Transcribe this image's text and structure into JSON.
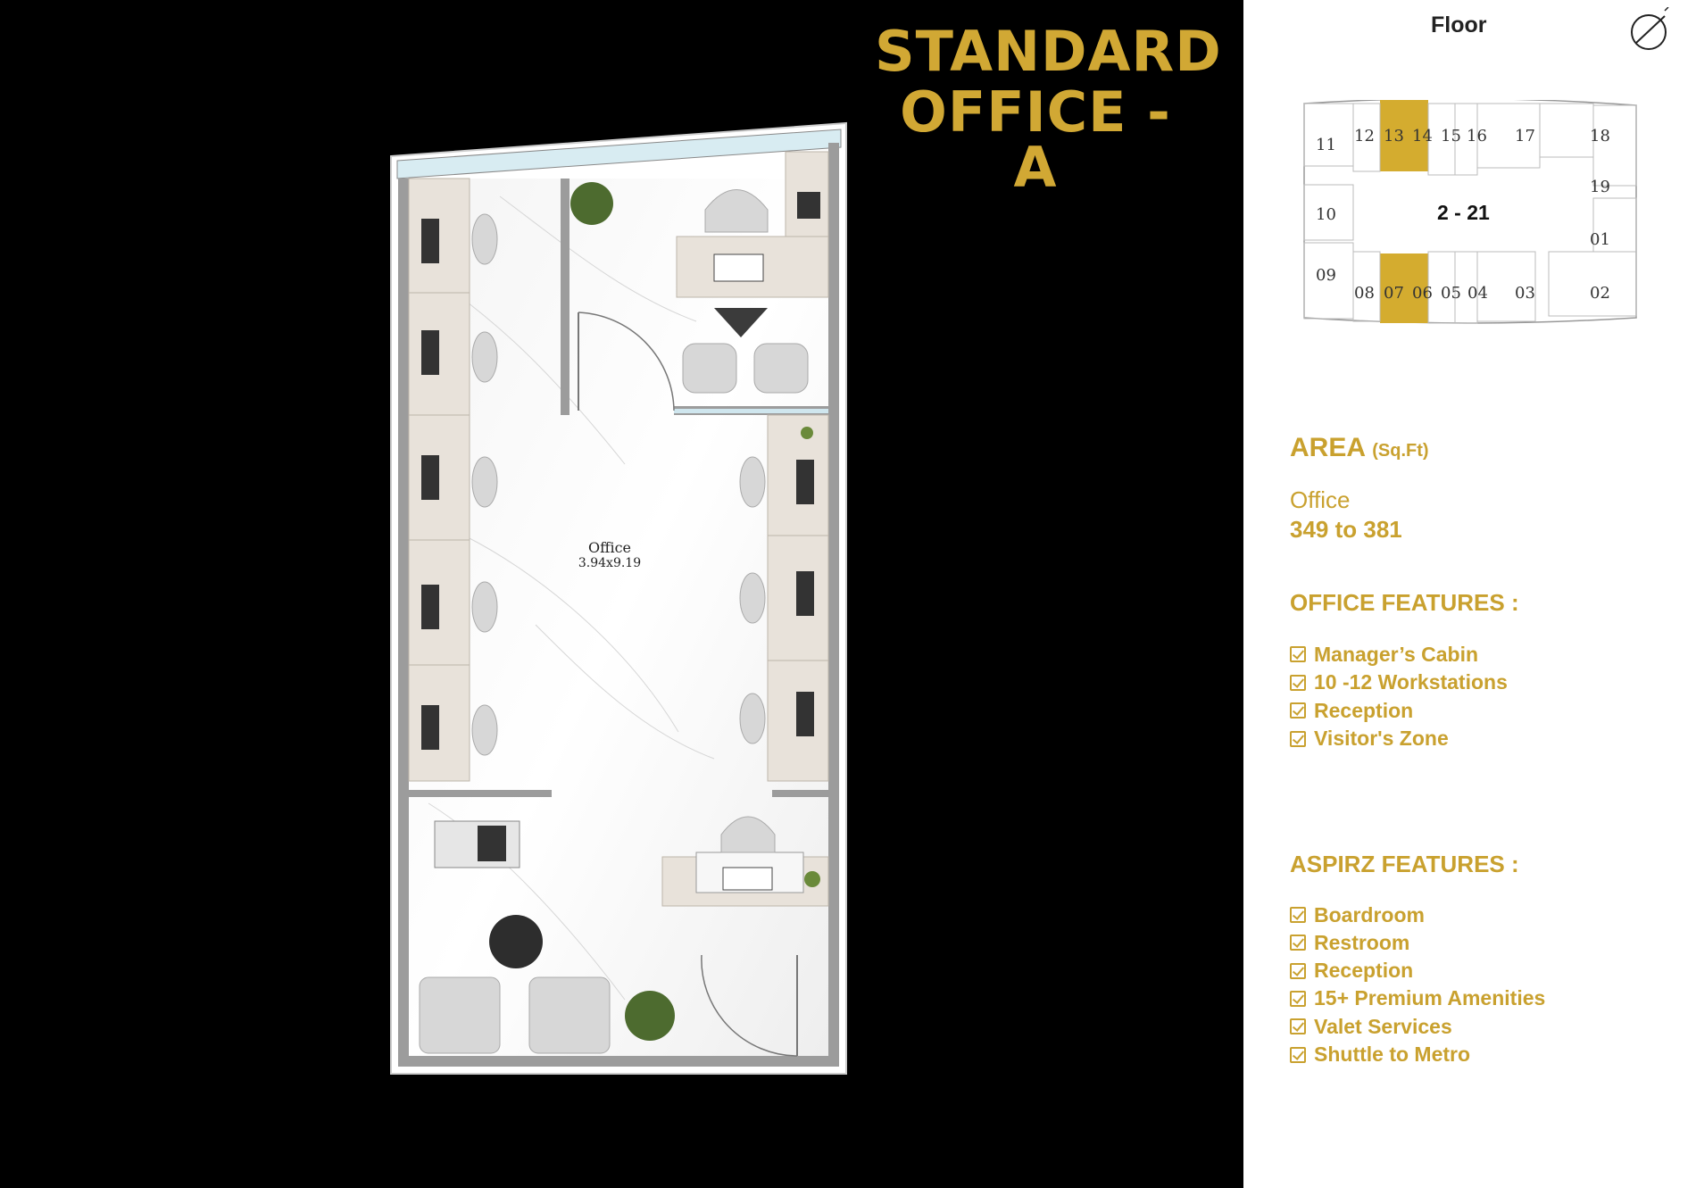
{
  "header": {
    "title_line1": "STANDARD",
    "title_line2": "OFFICE - A"
  },
  "plan": {
    "room_name": "Office",
    "room_size": "3.94x9.19"
  },
  "floor_map": {
    "label": "Floor",
    "center_label": "2 - 21",
    "units_top": [
      "11",
      "12",
      "13",
      "14",
      "15",
      "16",
      "17",
      "18"
    ],
    "units_right": [
      "19",
      "01"
    ],
    "units_left": [
      "10",
      "09"
    ],
    "units_bottom": [
      "08",
      "07",
      "06",
      "05",
      "04",
      "03",
      "02"
    ],
    "highlighted_units": [
      "13",
      "14",
      "07",
      "06"
    ],
    "highlight_color": "#d4ac2f"
  },
  "area": {
    "heading": "AREA",
    "unit": "(Sq.Ft)",
    "label": "Office",
    "value": "349 to 381"
  },
  "office_features": {
    "heading": "OFFICE FEATURES :",
    "items": [
      "Manager’s Cabin",
      "10 -12 Workstations",
      "Reception",
      "Visitor's Zone"
    ]
  },
  "aspirz_features": {
    "heading": "ASPIRZ FEATURES :",
    "items": [
      "Boardroom",
      "Restroom",
      "Reception",
      "15+ Premium Amenities",
      "Valet Services",
      "Shuttle to Metro"
    ]
  },
  "colors": {
    "accent": "#c9a12f",
    "background_left": "#000000",
    "background_right": "#ffffff"
  },
  "icons": [
    "compass-icon",
    "checkbox-icon",
    "plant-icon",
    "chair-icon",
    "laptop-icon"
  ]
}
